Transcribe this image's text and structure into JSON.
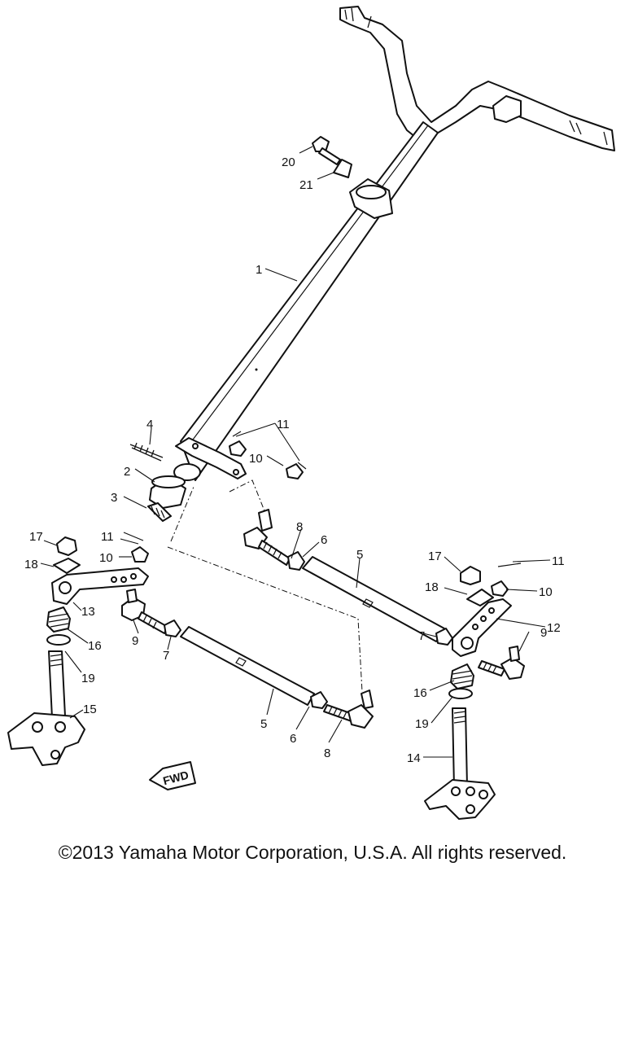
{
  "diagram": {
    "callouts": {
      "p1": "1",
      "p2": "2",
      "p3": "3",
      "p4": "4",
      "p5a": "5",
      "p5b": "5",
      "p6a": "6",
      "p6b": "6",
      "p7a": "7",
      "p7b": "7",
      "p8a": "8",
      "p8b": "8",
      "p9a": "9",
      "p9b": "9",
      "p10a": "10",
      "p10b": "10",
      "p10c": "10",
      "p11a": "11",
      "p11b": "11",
      "p11c": "11",
      "p12": "12",
      "p13": "13",
      "p14": "14",
      "p15": "15",
      "p16a": "16",
      "p16b": "16",
      "p17a": "17",
      "p17b": "17",
      "p18a": "18",
      "p18b": "18",
      "p19a": "19",
      "p19b": "19",
      "p20": "20",
      "p21": "21"
    },
    "direction_marker": "FWD"
  },
  "footer": {
    "copyright": "©2013 Yamaha Motor Corporation, U.S.A. All rights reserved."
  }
}
